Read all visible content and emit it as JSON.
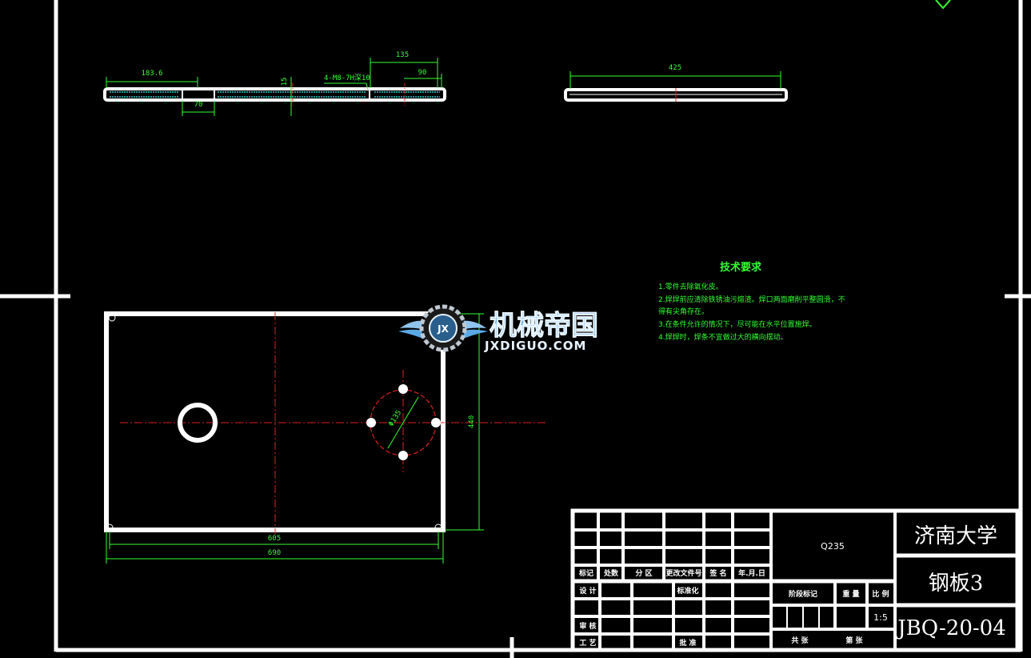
{
  "colors": {
    "background": "#000000",
    "outline": "#ffffff",
    "dimension": "#33ff33",
    "centerline": "#e02020",
    "hatch": "#33cccc",
    "logo": "#5aa9e6"
  },
  "top_view_dims": {
    "d1": "183.6",
    "d2": "70",
    "d3": "15",
    "d4": "4-M8-7H深10",
    "d5": "135",
    "d6": "90"
  },
  "side_view_dims": {
    "d1": "425"
  },
  "main_view_dims": {
    "hole_circle": "Φ135",
    "height": "440",
    "inner_width": "605",
    "outer_width": "690"
  },
  "tech_requirements": {
    "title": "技术要求",
    "lines": [
      "1.零件去除氧化皮。",
      "2.焊焊前应清除铁锈油污熔渣。焊口两面磨削平整圆滑，不",
      "得有尖角存在。",
      "3.在条件允许的情况下，尽可能在水平位置施焊。",
      "4.焊焊时，焊条不宜做过大的横向摆动。"
    ]
  },
  "watermark": {
    "cn": "机械帝国",
    "en": "JXDIGUO.COM",
    "emblem": "JX",
    "icon": "gear-wings-icon"
  },
  "title_block": {
    "material": "Q235",
    "university": "济南大学",
    "part_name": "钢板3",
    "drawing_number": "JBQ-20-04",
    "scale": "1:5",
    "headers": {
      "mark": "标记",
      "count": "处数",
      "zone": "分 区",
      "change_doc": "更改文件号",
      "signature": "签 名",
      "date": "年.月.日"
    },
    "roles": {
      "design": "设 计",
      "standardize": "标准化",
      "review": "审 核",
      "process": "工 艺",
      "approve": "批 准"
    },
    "stage_mark": "阶段标记",
    "weight": "重 量",
    "ratio": "比 例",
    "sheets_total": "共  张",
    "sheet_no": "第  张"
  }
}
